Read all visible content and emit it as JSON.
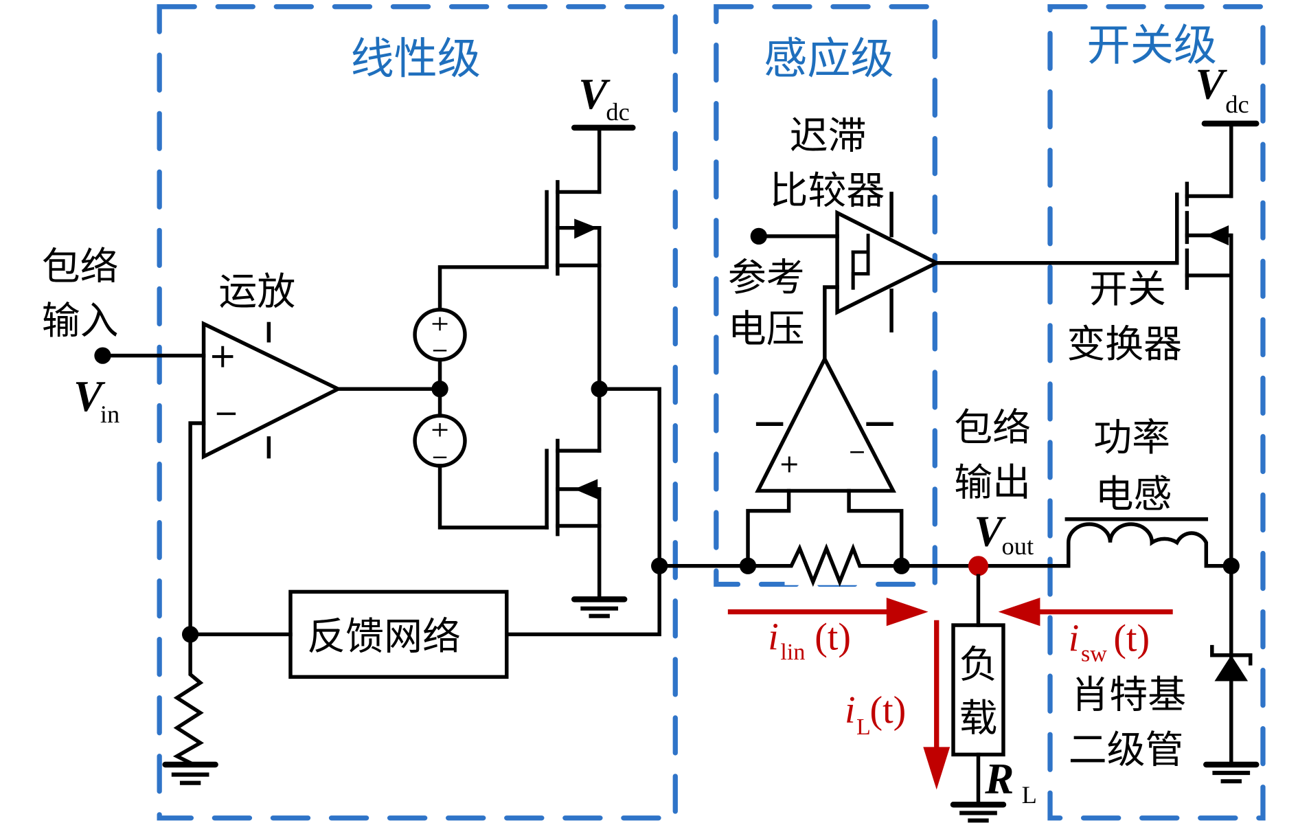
{
  "stages": {
    "linear": "线性级",
    "sensing": "感应级",
    "switching": "开关级"
  },
  "labels": {
    "envelope_input": [
      "包络",
      "输入"
    ],
    "opamp": "运放",
    "feedback_network": "反馈网络",
    "hysteresis_comparator": [
      "迟滞",
      "比较器"
    ],
    "reference_voltage": [
      "参考",
      "电压"
    ],
    "envelope_output": [
      "包络",
      "输出"
    ],
    "switching_converter": [
      "开关",
      "变换器"
    ],
    "power_inductor": [
      "功率",
      "电感"
    ],
    "schottky_diode": [
      "肖特基",
      "二级管"
    ],
    "load": [
      "负",
      "载"
    ]
  },
  "symbols": {
    "vin": {
      "main": "V",
      "sub": "in"
    },
    "vdc_linear": {
      "main": "V",
      "sub": "dc"
    },
    "vdc_switch": {
      "main": "V",
      "sub": "dc"
    },
    "vout": {
      "main": "V",
      "sub": "out"
    },
    "rl": {
      "main": "R",
      "sub": "L"
    },
    "plus": "+",
    "minus": "−"
  },
  "currents": {
    "i_lin": {
      "main": "i",
      "sub": "lin",
      "arg": "(t)"
    },
    "i_sw": {
      "main": "i",
      "sub": "sw",
      "arg": "(t)"
    },
    "i_l": {
      "main": "i",
      "sub": "L",
      "arg": "(t)"
    }
  },
  "colors": {
    "stage_box": "#2f74c8",
    "stage_text": "#1f6fbd",
    "current_arrow": "#c00000",
    "wire": "#000000"
  }
}
